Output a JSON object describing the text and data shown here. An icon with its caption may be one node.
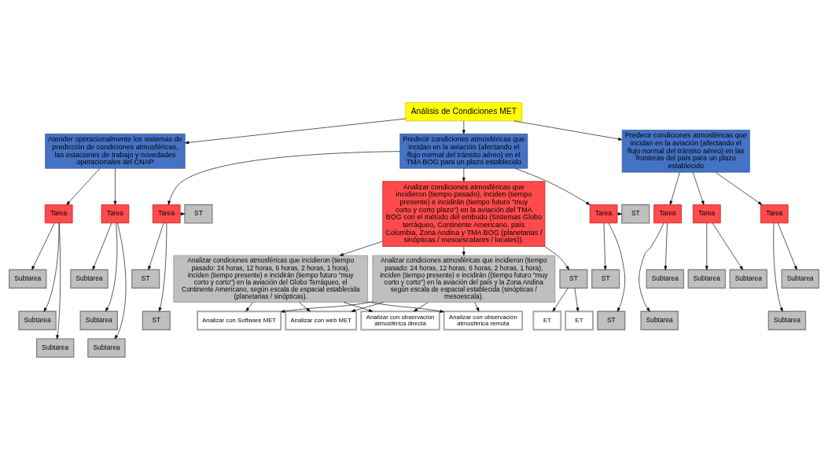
{
  "diagram": {
    "nodes": [
      {
        "text": [
          "Análisis de Condiciones MET"
        ]
      },
      {
        "text": [
          "Atender operacionalmente los sistemas de predicción de condiciones atmosféricas, las estaciones de trabajo y novedades operacionales del CNAP"
        ]
      },
      {
        "text": [
          "Predecir condiciones atmosféricas que incidan en la aviación (afectando el flujo normal del tránsito aéreo) en el TMA BOG para un plazo establecido"
        ]
      },
      {
        "text": [
          "Predecir condiciones atmosféricas que incidan en la aviación (afectando el flujo normal del tránsito aéreo) en las fronteras del país para un plazo establecido"
        ]
      },
      {
        "text": [
          "Tarea"
        ]
      },
      {
        "text": [
          "Tarea"
        ]
      },
      {
        "text": [
          "ST"
        ]
      },
      {
        "text": [
          "ST"
        ]
      },
      {
        "text": [
          "Tarea"
        ]
      },
      {
        "text": [
          "ST"
        ]
      },
      {
        "text": [
          "ST"
        ]
      },
      {
        "text": [
          "Tarea"
        ]
      },
      {
        "text": [
          "ST"
        ]
      },
      {
        "text": [
          "ST"
        ]
      },
      {
        "text": [
          "Tarea"
        ]
      },
      {
        "text": [
          "Tarea"
        ]
      },
      {
        "text": [
          "Tarea"
        ]
      },
      {
        "text": [
          "Subtarea"
        ]
      },
      {
        "text": [
          "Subtarea"
        ]
      },
      {
        "text": [
          "Subtarea"
        ]
      },
      {
        "text": [
          "Subtarea"
        ]
      },
      {
        "text": [
          "Subtarea"
        ]
      },
      {
        "text": [
          "Subtarea"
        ]
      },
      {
        "text": [
          "Analizar condiciones atmosféricas que incidieron (tiempo pasado), inciden (tiempo presente) e incidirán (tiempo futuro \"muy corto y corto plazo\") en la aviación del TMA BOG con el método del embudo (Sistemas Globo terráqueo, Continente Americano, país Colombia, Zona Andina y TMA BOG (planetarias / sinópticas / mesoescalares / locales))."
        ]
      },
      {
        "text": [
          "Subtarea"
        ]
      },
      {
        "text": [
          "Subtarea"
        ]
      },
      {
        "text": [
          "Subtarea"
        ]
      },
      {
        "text": [
          "Subtarea"
        ]
      },
      {
        "text": [
          "Subtarea"
        ]
      },
      {
        "text": [
          "Subtarea"
        ]
      },
      {
        "text": [
          "Analizar condiciones atmosféricas que incidieron (tiempo pasado: 24 horas, 12 horas, 6 horas, 2 horas, 1 hora), inciden (tiempo presente) e incidirán (tiempo futuro \"muy corto y corto\") en la aviación del Globo Terráqueo, el Continente Americano, según escala de espacial establecida (planetarias / sinópticas)."
        ]
      },
      {
        "text": [
          "ST"
        ]
      },
      {
        "text": [
          "ET"
        ]
      },
      {
        "text": [
          "ET"
        ]
      },
      {
        "text": [
          "Analizar condiciones atmosféricas que incidieron (tiempo pasado: 24 horas, 12 horas, 6 horas, 2 horas, 1 hora), inciden (tiempo presente) e incidirán ((tiempo futuro \"muy corto y corto\") en la aviación del país y la Zona Andina según escala de espacial establecida (sinópticas / mesoescala)."
        ]
      },
      {
        "text": [
          "Analizar con Software MET"
        ]
      },
      {
        "text": [
          "Analizar con web MET"
        ]
      },
      {
        "text": [
          "Analizar con observación atmosférica directa"
        ]
      },
      {
        "text": [
          "Analizar con observación atmosférica remota"
        ]
      }
    ],
    "edges": [
      {
        "from": 0,
        "to": 1,
        "arrow": "to"
      },
      {
        "from": 0,
        "to": 2,
        "arrow": "to"
      },
      {
        "from": 0,
        "to": 3,
        "arrow": "to"
      },
      {
        "from": 1,
        "to": 4,
        "arrow": "to"
      },
      {
        "from": 1,
        "to": 5,
        "arrow": "to"
      },
      {
        "from": 2,
        "to": 8,
        "arrow": "to"
      },
      {
        "from": 2,
        "to": 11,
        "arrow": "to"
      },
      {
        "from": 2,
        "to": 23,
        "arrow": "to"
      },
      {
        "from": 8,
        "to": 6,
        "arrow": "to"
      },
      {
        "from": 8,
        "to": 7,
        "arrow": "to"
      },
      {
        "from": 8,
        "to": 9,
        "arrow": "to"
      },
      {
        "from": 11,
        "to": 10,
        "arrow": "to"
      },
      {
        "from": 11,
        "to": 12,
        "arrow": "to"
      },
      {
        "from": 11,
        "to": 13,
        "arrow": "to"
      },
      {
        "from": 3,
        "to": 14,
        "arrow": "to"
      },
      {
        "from": 3,
        "to": 15,
        "arrow": "to"
      },
      {
        "from": 3,
        "to": 16,
        "arrow": "to"
      },
      {
        "from": 4,
        "to": 17,
        "arrow": "to"
      },
      {
        "from": 4,
        "to": 18,
        "arrow": "to"
      },
      {
        "from": 4,
        "to": 19,
        "arrow": "to"
      },
      {
        "from": 5,
        "to": 20,
        "arrow": "to"
      },
      {
        "from": 5,
        "to": 21,
        "arrow": "to"
      },
      {
        "from": 5,
        "to": 22,
        "arrow": "to"
      },
      {
        "from": 14,
        "to": 24,
        "arrow": "to"
      },
      {
        "from": 14,
        "to": 25,
        "arrow": "to"
      },
      {
        "from": 16,
        "to": 26,
        "arrow": "to"
      },
      {
        "from": 16,
        "to": 27,
        "arrow": "to"
      },
      {
        "from": 15,
        "to": 28,
        "arrow": "to"
      },
      {
        "from": 15,
        "to": 29,
        "arrow": "to"
      },
      {
        "from": 23,
        "to": 30,
        "arrow": "to"
      },
      {
        "from": 23,
        "to": 31,
        "arrow": "to"
      },
      {
        "from": 23,
        "to": 34,
        "arrow": "to"
      },
      {
        "from": 31,
        "to": 32,
        "arrow": "to"
      },
      {
        "from": 31,
        "to": 33,
        "arrow": "to"
      },
      {
        "from": 30,
        "to": 35,
        "arrow": "to"
      },
      {
        "from": 30,
        "to": 36,
        "arrow": "to"
      },
      {
        "from": 30,
        "to": 37,
        "arrow": "to"
      },
      {
        "from": 30,
        "to": 38,
        "arrow": "to"
      },
      {
        "from": 34,
        "to": 35,
        "arrow": "to"
      },
      {
        "from": 34,
        "to": 36,
        "arrow": "to"
      },
      {
        "from": 34,
        "to": 37,
        "arrow": "to"
      },
      {
        "from": 34,
        "to": 38,
        "arrow": "to"
      }
    ]
  }
}
